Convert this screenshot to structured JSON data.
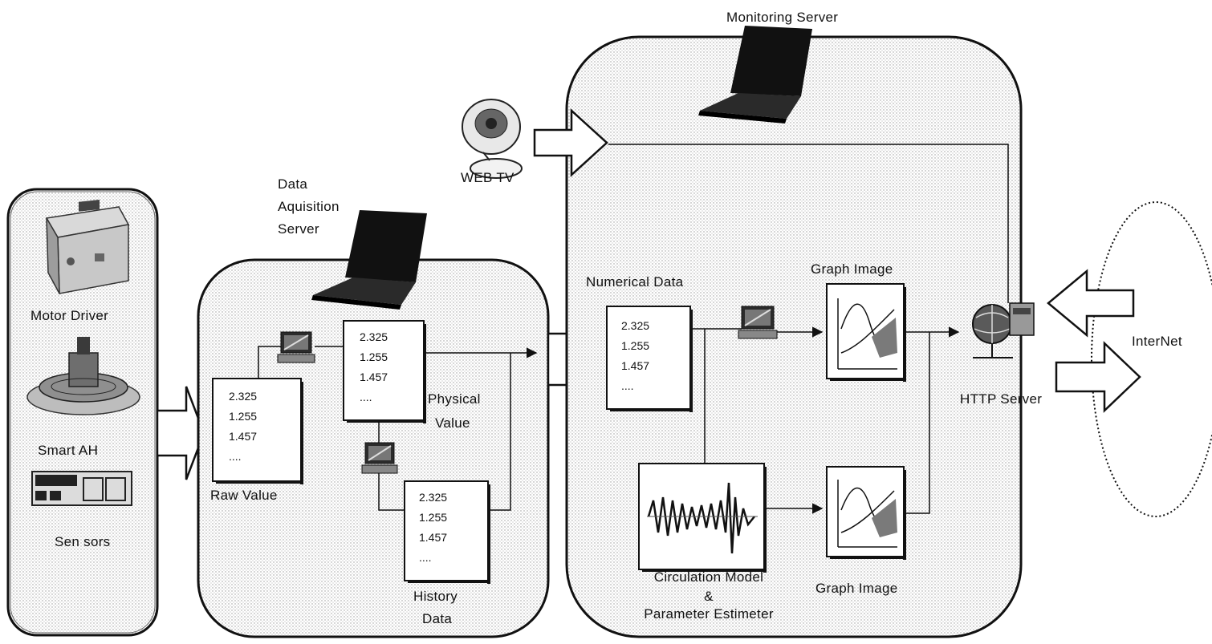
{
  "title": "Monitoring Server",
  "devices": {
    "motor_driver": "Motor Driver",
    "smart_ah": "Smart AH",
    "sensors": "Sen sors"
  },
  "daq": {
    "title_line1": "Data",
    "title_line2": "Aquisition",
    "title_line3": "Server",
    "raw_label": "Raw Value",
    "physical_label_line1": "Physical",
    "physical_label_line2": "Value",
    "history_label_line1": "History",
    "history_label_line2": "Data"
  },
  "data_values": [
    "2.325",
    "1.255",
    "1.457",
    "...."
  ],
  "webtv_label": "WEB TV",
  "monitoring": {
    "numerical_label": "Numerical Data",
    "graph_top_label": "Graph Image",
    "graph_bottom_label": "Graph Image",
    "model_line1": "Circulation Model",
    "model_line2": "&",
    "model_line3": "Parameter Estimeter",
    "http_label": "HTTP Server"
  },
  "internet_label": "InterNet"
}
